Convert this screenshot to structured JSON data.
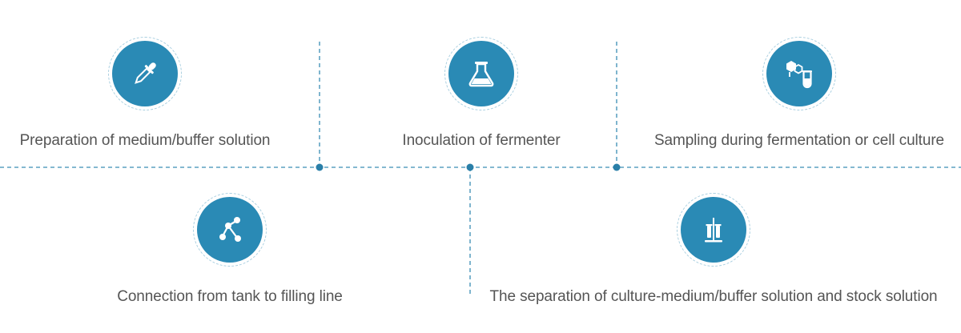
{
  "theme": {
    "accent": "#2a8ab5",
    "line": "#3a8db4",
    "text": "#555555"
  },
  "applications": [
    {
      "label": "Preparation of medium/buffer solution",
      "icon": "dropper-icon"
    },
    {
      "label": "Inoculation of fermenter",
      "icon": "flask-icon"
    },
    {
      "label": "Sampling during fermentation or cell culture",
      "icon": "molecule-test-tube-icon"
    },
    {
      "label": "Connection from tank to filling line",
      "icon": "share-nodes-icon"
    },
    {
      "label": "The separation of culture-medium/buffer solution and stock solution",
      "icon": "separation-stand-icon"
    }
  ]
}
